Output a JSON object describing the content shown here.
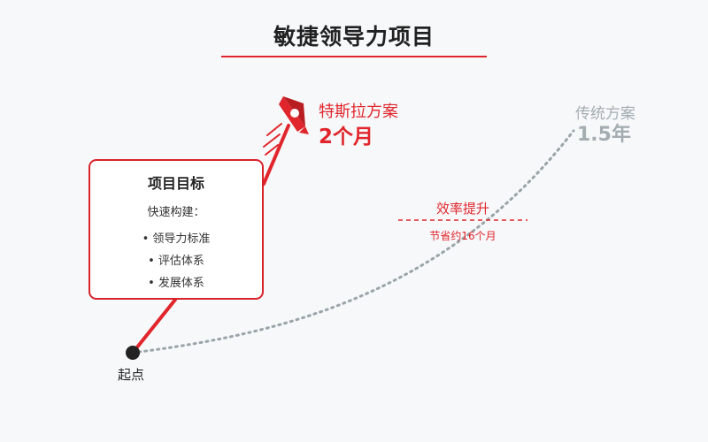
{
  "title": "敏捷领导力项目",
  "goal_box": {
    "title": "项目目标",
    "subtitle": "快速构建：",
    "items": [
      "• 领导力标准",
      "• 评估体系",
      "• 发展体系"
    ]
  },
  "tesla": {
    "name": "特斯拉方案",
    "duration": "2个月"
  },
  "traditional": {
    "name": "传统方案",
    "duration": "1.5年"
  },
  "efficiency": {
    "title": "效率提升",
    "subtitle": "节省约16个月"
  },
  "start_label": "起点",
  "colors": {
    "accent": "#e0262c",
    "muted": "#a4adb2",
    "ink": "#222222"
  },
  "icons": [
    "rocket-icon",
    "start-point-icon"
  ]
}
